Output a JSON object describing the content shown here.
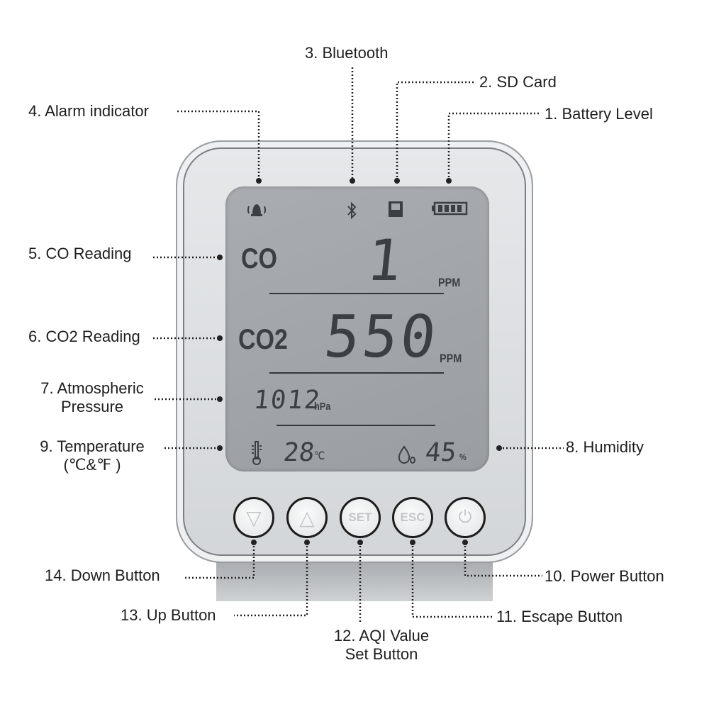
{
  "labels": {
    "battery": "1. Battery Level",
    "sd_card": "2. SD Card",
    "bluetooth": "3. Bluetooth",
    "alarm": "4. Alarm indicator",
    "co": "5. CO Reading",
    "co2": "6. CO2 Reading",
    "pressure_line1": "7. Atmospheric",
    "pressure_line2": "Pressure",
    "humidity": "8. Humidity",
    "temperature_line1": "9. Temperature",
    "temperature_line2": "(℃&℉ )",
    "power": "10. Power Button",
    "escape": "11. Escape Button",
    "set_line1": "12. AQI Value",
    "set_line2": "Set Button",
    "up": "13. Up Button",
    "down": "14. Down Button"
  },
  "display": {
    "co_label": "CO",
    "co_value": "1",
    "co_unit": "PPM",
    "co2_label": "CO2",
    "co2_value": "550",
    "co2_unit": "PPM",
    "pressure_value": "1012",
    "pressure_unit": "hPa",
    "temperature_value": "28",
    "temperature_unit": "℃",
    "humidity_value": "45",
    "humidity_unit": "%",
    "icons": [
      "bell-icon",
      "bluetooth-icon",
      "sd-card-icon",
      "battery-icon",
      "thermometer-icon",
      "droplet-icon"
    ]
  },
  "buttons": {
    "down": "▽",
    "up": "△",
    "set": "SET",
    "esc": "ESC",
    "power": "⏻"
  },
  "colors": {
    "lcd": "#a3a7ab",
    "body": "#dcdfe2",
    "segment": "#3b3e42"
  }
}
